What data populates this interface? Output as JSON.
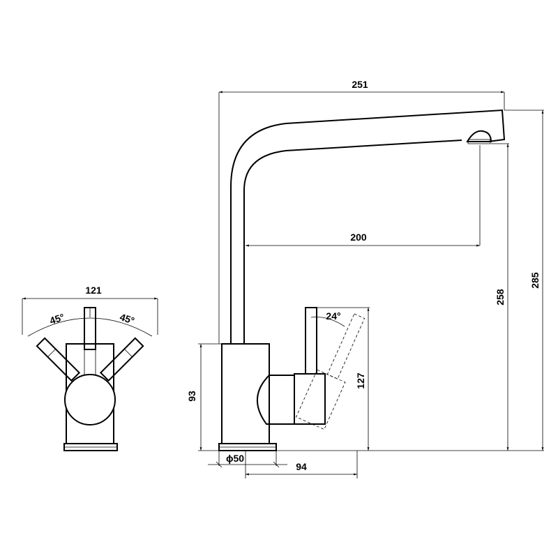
{
  "dimensions": {
    "front_width": "121",
    "angle_left": "45°",
    "angle_right": "45°",
    "spout_length": "251",
    "spout_reach": "200",
    "aerator_height": "258",
    "total_height": "285",
    "body_height": "93",
    "lever_height": "127",
    "lever_angle": "24°",
    "base_diameter": "ϕ50",
    "base_to_lever": "94"
  }
}
